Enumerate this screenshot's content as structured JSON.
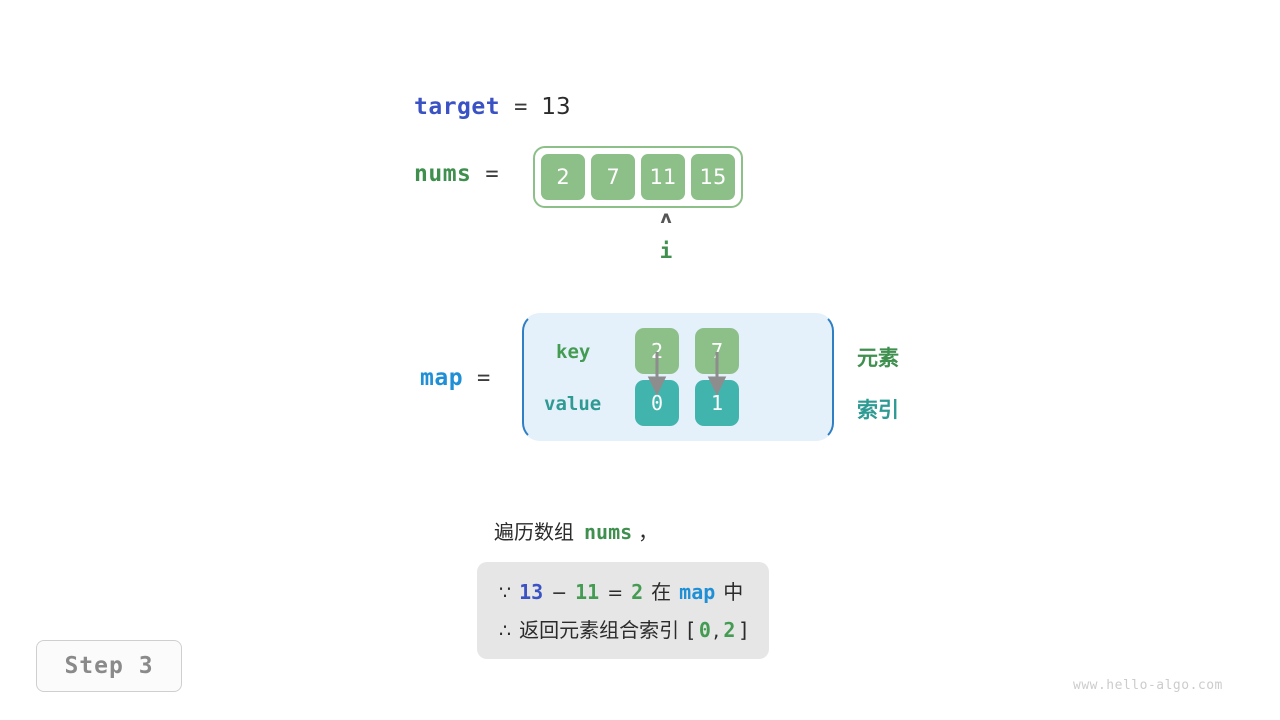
{
  "target": {
    "name": "target",
    "equals": "=",
    "value": "13"
  },
  "nums": {
    "name": "nums",
    "equals": "=",
    "cells": [
      "2",
      "7",
      "11",
      "15"
    ],
    "pointer": {
      "caret": "ʌ",
      "label": "i",
      "index": 2
    }
  },
  "map": {
    "name": "map",
    "equals": "=",
    "key_label": "key",
    "value_label": "value",
    "keys": [
      "2",
      "7"
    ],
    "values": [
      "0",
      "1"
    ],
    "side_labels": {
      "element": "元素",
      "index": "索引"
    }
  },
  "explanation": {
    "intro_prefix": "遍历数组",
    "intro_var": "nums",
    "intro_suffix": "，",
    "conclusion": {
      "because_symbol": "∵",
      "therefore_symbol": "∴",
      "line1": {
        "a": "13",
        "minus": "−",
        "b": "11",
        "eq": "=",
        "c": "2",
        "in": "在",
        "map": "map",
        "zhong": "中"
      },
      "line2": {
        "text": "返回元素组合索引",
        "bracket_open": "[",
        "i0": "0",
        "comma": ",",
        "i1": "2",
        "bracket_close": "]"
      }
    }
  },
  "step_badge": {
    "label": "Step 3"
  },
  "watermark": {
    "text": "www.hello-algo.com"
  },
  "colors": {
    "green": "#8dbf88",
    "teal": "#41b5ad",
    "blue_dark": "#3b52c4",
    "blue_bright": "#1f8fd6",
    "green_text": "#3f8f4f",
    "teal_text": "#2e9a93",
    "panel_bg": "#e4f0fa",
    "panel_border": "#2f7fc4",
    "conclusion_bg": "#e6e6e6"
  }
}
